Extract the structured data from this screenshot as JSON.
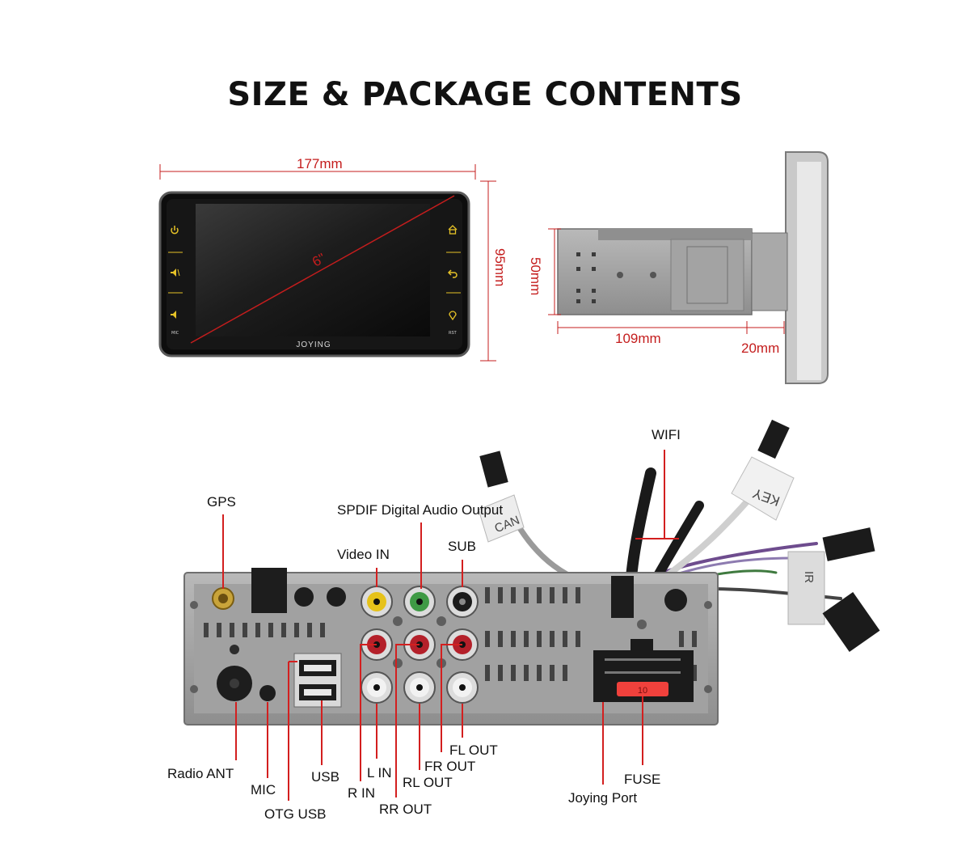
{
  "title": "SIZE & PACKAGE CONTENTS",
  "dimensions": {
    "width": "177mm",
    "height": "95mm",
    "diagonal": "6\"",
    "depth": "109mm",
    "body_height": "50mm",
    "protrusion": "20mm"
  },
  "device": {
    "brand": "JOYING",
    "side_labels": {
      "mic": "MIC",
      "rst": "RST"
    }
  },
  "connectors": {
    "gps": "GPS",
    "spdif": "SPDIF Digital Audio Output",
    "video_in": "Video IN",
    "sub": "SUB",
    "wifi": "WIFI",
    "radio_ant": "Radio ANT",
    "mic": "MIC",
    "otg_usb": "OTG USB",
    "usb": "USB",
    "r_in": "R IN",
    "l_in": "L IN",
    "rr_out": "RR OUT",
    "rl_out": "RL OUT",
    "fr_out": "FR OUT",
    "fl_out": "FL OUT",
    "joying_port": "Joying Port",
    "fuse": "FUSE"
  },
  "cable_tags": {
    "can": "CAN",
    "key": "KEY",
    "ir": "IR"
  },
  "colors": {
    "dimension": "#c41d1d",
    "leader": "#d31f1f",
    "panel": "#9b9b9b"
  }
}
